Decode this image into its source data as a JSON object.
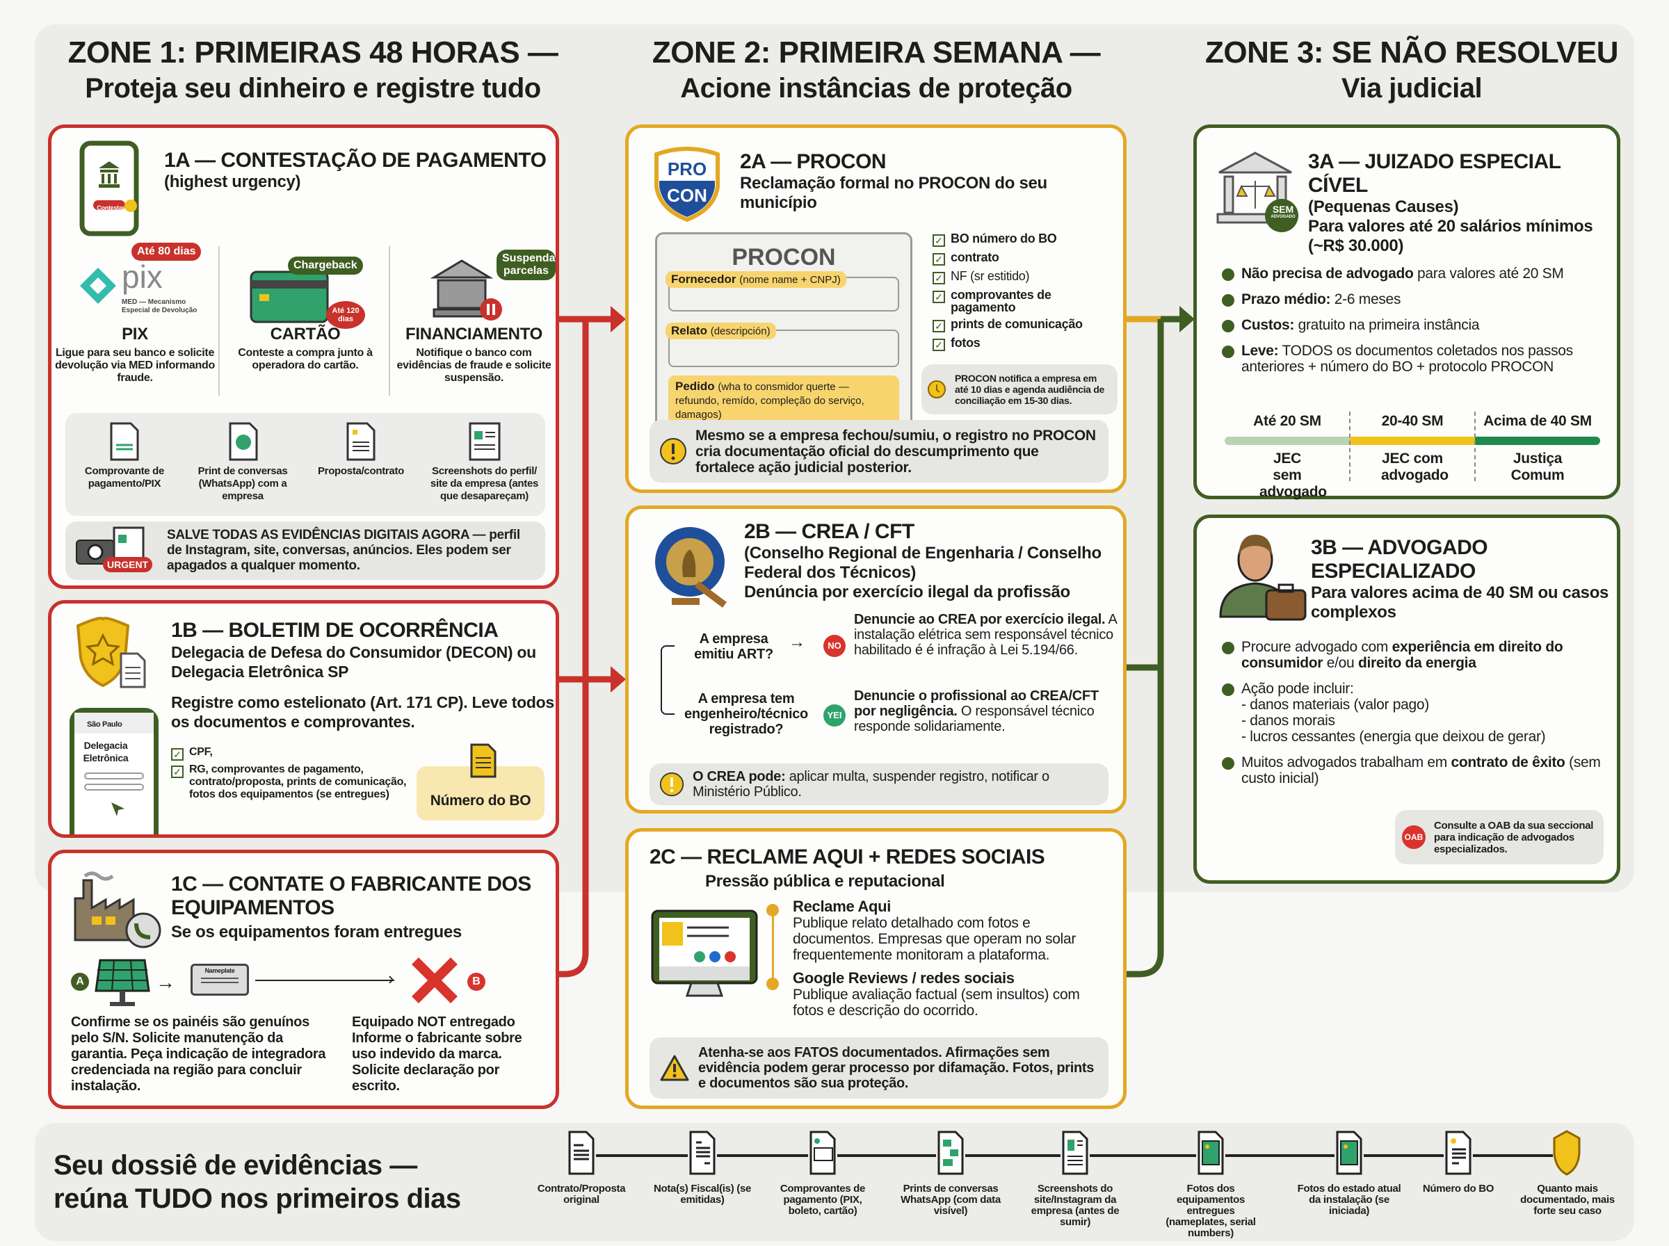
{
  "zones": [
    {
      "title": "ZONE 1: PRIMEIRAS 48 HORAS —",
      "subtitle": "Proteja seu dinheiro e registre tudo"
    },
    {
      "title": "ZONE 2: PRIMEIRA SEMANA —",
      "subtitle": "Acione instâncias de proteção"
    },
    {
      "title": "ZONE 3: SE NÃO RESOLVEU",
      "subtitle": "Via judicial"
    }
  ],
  "colors": {
    "zone1": "#c9312b",
    "zone2": "#e3a823",
    "zone3": "#3f5e22",
    "panel": "#ecece9"
  },
  "s1a": {
    "title": "1A — CONTESTAÇÃO DE PAGAMENTO",
    "subtitle": "(highest urgency)",
    "phone_button": "Contestar",
    "methods": [
      {
        "badge": "Até 80 dias",
        "logo": "pix",
        "logo_caption": "MED — Mecanismo Especial de Devolução",
        "name": "PIX",
        "desc": "Ligue para seu banco e solicite devolução via MED informando fraude."
      },
      {
        "badge": "Chargeback",
        "badge2": "Até 120 dias",
        "name": "CARTÃO",
        "desc": "Conteste a compra junto à operadora do cartão."
      },
      {
        "badge": "Suspenda parcelas",
        "name": "FINANCIAMENTO",
        "desc": "Notifique o banco com evidências de fraude e solicite suspensão."
      }
    ],
    "evidence": [
      "Comprovante de pagamento/PIX",
      "Print de conversas (WhatsApp) com a empresa",
      "Proposta/contrato",
      "Screenshots do perfil/ site da empresa (antes que desapareçam)"
    ],
    "urgent_badge": "URGENT",
    "urgent_text": "SALVE TODAS AS EVIDÊNCIAS DIGITAIS AGORA — perfil de Instagram, site, conversas, anúncios. Eles podem ser apagados a qualquer momento."
  },
  "s1b": {
    "title": "1B — BOLETIM DE OCORRÊNCIA",
    "subtitle": "Delegacia de Defesa do Consumidor (DECON) ou Delegacia Eletrônica SP",
    "phone_header": "São Paulo",
    "phone_title": "Delegacia Eletrônica",
    "instruction": "Registre como estelionato (Art. 171 CP). Leve todos os documentos e comprovantes.",
    "checklist": [
      "CPF,",
      "RG, comprovantes de pagamento, contrato/proposta, prints de comunicação, fotos dos equipamentos (se entregues)"
    ],
    "bo_label": "Número do BO"
  },
  "s1c": {
    "title": "1C — CONTATE O FABRICANTE DOS EQUIPAMENTOS",
    "subtitle": "Se os equipamentos foram entregues",
    "marker_a": "A",
    "marker_b": "B",
    "nameplate": "Nameplate",
    "text_a": "Confirme se os painéis são genuínos pelo S/N. Solicite manutenção da garantia. Peça indicação de integradora credenciada na região para concluir instalação.",
    "text_b": "Equipado NOT entregado Informe o fabricante sobre uso indevido da marca. Solicite declaração por escrito."
  },
  "s2a": {
    "title": "2A — PROCON",
    "subtitle": "Reclamação formal no PROCON do seu município",
    "logo_top": "PRO",
    "logo_bottom": "CON",
    "form_title": "PROCON",
    "fields": [
      {
        "label": "Fornecedor",
        "hint": "(nome name + CNPJ)"
      },
      {
        "label": "Relato",
        "hint": "(descripción)"
      },
      {
        "label": "Pedido",
        "hint": "(wha to consmidor querte — refuundo, remído, compleção do serviço, damagos)"
      }
    ],
    "checklist": [
      "BO número do BO",
      "contrato",
      "NF (sr estitido)",
      "comprovantes de pagamento",
      "prints de comunicação",
      "fotos"
    ],
    "timing_note": "PROCON notifica a empresa em até 10 dias e agenda audiência de conciliação em 15-30 dias.",
    "warning": "Mesmo se a empresa fechou/sumiu, o registro no PROCON cria documentação oficial do descumprimento que fortalece ação judicial posterior."
  },
  "s2b": {
    "title": "2B — CREA / CFT",
    "subtitle": "(Conselho Regional de Engenharia / Conselho Federal dos Técnicos)",
    "subtitle2": "Denúncia por exercício ilegal da profissão",
    "q1": "A empresa emitiu ART?",
    "a1_badge": "NO",
    "a1_bold": "Denuncie ao CREA por exercício ilegal.",
    "a1_text": "A instalação elétrica sem responsável técnico habilitado é é infração à Lei 5.194/66.",
    "q2": "A empresa tem engenheiro/técnico registrado?",
    "a2_badge": "YEI",
    "a2_bold": "Denuncie o profissional ao CREA/CFT por negligência.",
    "a2_text": "O responsável técnico responde solidariamente.",
    "note_bold": "O CREA pode:",
    "note_text": "aplicar multa, suspender registro, notificar o Ministério Público."
  },
  "s2c": {
    "title": "2C — RECLAME AQUI + REDES SOCIAIS",
    "subtitle": "Pressão pública e reputacional",
    "items": [
      {
        "title": "Reclame Aqui",
        "text": "Publique relato detalhado com fotos e documentos. Empresas que operam no solar frequentemente monitoram a plataforma."
      },
      {
        "title": "Google Reviews / redes sociais",
        "text": "Publique avaliação factual (sem insultos) com fotos e descrição do ocorrido."
      }
    ],
    "warning": "Atenha-se aos FATOS documentados. Afirmações sem evidência podem gerar processo por difamação. Fotos, prints e documentos são sua proteção."
  },
  "s3a": {
    "title": "3A — JUIZADO ESPECIAL CÍVEL",
    "subtitle": "(Pequenas Causes)",
    "subtitle2": "Para valores até 20 salários mínimos (~R$ 30.000)",
    "badge_top": "SEM",
    "badge_bottom": "ADVOGADO",
    "bullets": [
      {
        "bold": "Não precisa de advogado",
        "text": " para valores até 20 SM"
      },
      {
        "bold": "Prazo médio:",
        "text": " 2-6 meses"
      },
      {
        "bold": "Custos:",
        "text": " gratuito na primeira instância"
      },
      {
        "bold": "Leve:",
        "text": " TODOS os documentos coletados nos passos anteriores + número do BO + protocolo PROCON"
      }
    ],
    "scale": [
      {
        "range": "Até 20 SM",
        "venue": "JEC sem advogado",
        "color": "#b9d3b3"
      },
      {
        "range": "20-40 SM",
        "venue": "JEC com advogado",
        "color": "#f1c21b"
      },
      {
        "range": "Acima de 40 SM",
        "venue": "Justiça Comum",
        "color": "#1f8a4c"
      }
    ]
  },
  "s3b": {
    "title": "3B — ADVOGADO ESPECIALIZADO",
    "subtitle": "Para valores acima de 40 SM ou casos complexos",
    "b1_pre": "Procure advogado com ",
    "b1_bold": "experiência em direito do consumidor",
    "b1_mid": " e/ou ",
    "b1_bold2": "direito da energia",
    "b2": "Ação pode incluir:",
    "b2_items": [
      "- danos materiais (valor pago)",
      "- danos morais",
      "- lucros cessantes (energia que deixou de gerar)"
    ],
    "b3_pre": "Muitos advogados trabalham em ",
    "b3_bold": "contrato de êxito",
    "b3_post": " (sem custo inicial)",
    "oab_badge": "OAB",
    "oab_note": "Consulte a OAB da sua seccional para indicação de advogados especializados."
  },
  "dossier": {
    "title": "Seu dossiê de evidências — reúna TUDO nos primeiros dias",
    "items": [
      {
        "label": "Contrato/Proposta original",
        "icon": "contract-icon"
      },
      {
        "label": "Nota(s) Fiscal(is) (se emitidas)",
        "icon": "invoice-icon"
      },
      {
        "label": "Comprovantes de pagamento (PIX, boleto, cartão)",
        "icon": "receipt-icon"
      },
      {
        "label": "Prints de conversas WhatsApp (com data visível)",
        "icon": "chat-icon"
      },
      {
        "label": "Screenshots do site/Instagram da empresa (antes de sumir)",
        "icon": "screenshot-icon"
      },
      {
        "label": "Fotos dos equipamentos entregues (nameplates, serial numbers)",
        "icon": "photo-icon"
      },
      {
        "label": "Fotos do estado atual da instalação (se iniciada)",
        "icon": "photo-icon"
      },
      {
        "label": "Número do BO",
        "icon": "document-icon"
      },
      {
        "label": "Quanto mais documentado, mais forte seu caso",
        "icon": "shield-icon"
      }
    ]
  }
}
